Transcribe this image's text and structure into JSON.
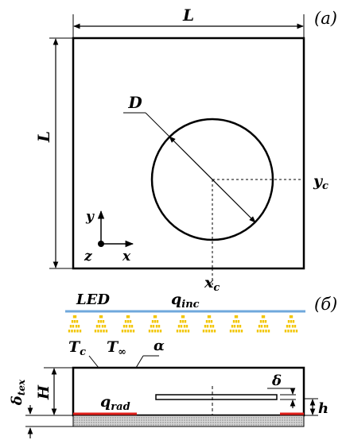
{
  "panel_a": {
    "tag": "(a)",
    "side_length_top": "L",
    "side_length_left": "L",
    "diameter": "D",
    "yc": {
      "main": "y",
      "sub": "c"
    },
    "xc": {
      "main": "x",
      "sub": "c"
    },
    "axes": {
      "y": "y",
      "x": "x",
      "z": "z"
    }
  },
  "panel_b": {
    "tag": "(б)",
    "led": "LED",
    "q_inc": {
      "main": "q",
      "sub": "inc"
    },
    "t_c": {
      "main": "T",
      "sub": "c"
    },
    "t_inf": {
      "main": "T",
      "sub": "∞"
    },
    "alpha": "α",
    "delta_tex": {
      "main": "δ",
      "sub": "tex"
    },
    "height_H": "H",
    "q_rad": {
      "main": "q",
      "sub": "rad"
    },
    "delta": "δ",
    "h": "h"
  },
  "colors": {
    "led_line": "#6fa8dc",
    "led_beams": "#f2c500",
    "heater_red": "#e0201b",
    "base_hatch": "#b8b8b8"
  }
}
